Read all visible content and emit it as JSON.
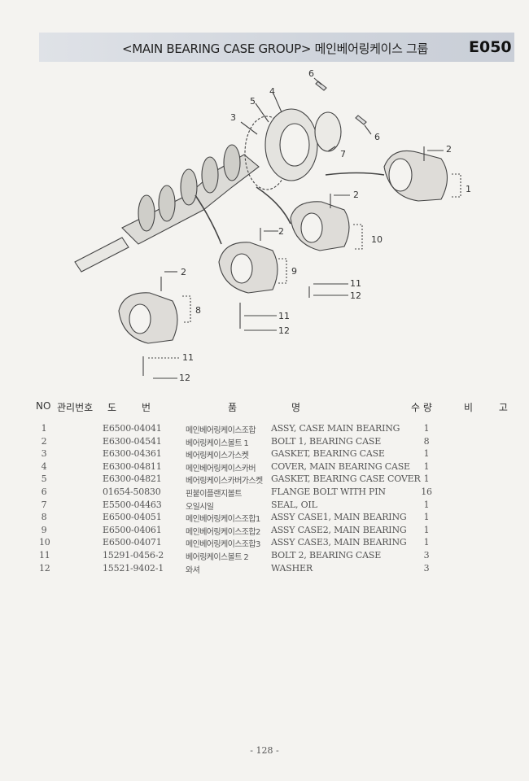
{
  "header": {
    "title": "<MAIN BEARING CASE GROUP> 메인베어링케이스 그룹",
    "code": "E050"
  },
  "callouts": [
    "6",
    "4",
    "5",
    "3",
    "6",
    "7",
    "2",
    "1",
    "2",
    "10",
    "2",
    "9",
    "11",
    "12",
    "2",
    "8",
    "11",
    "12",
    "11",
    "12"
  ],
  "table": {
    "headers": {
      "no": "NO",
      "mgmt": "관리번호",
      "do": "도",
      "beon": "번",
      "pum": "품",
      "myeong": "명",
      "qty": "수 량",
      "remark": "비 고"
    },
    "rows": [
      {
        "no": "1",
        "part": "E6500-04041",
        "kr": "메인베어링케이스조합",
        "en": "ASSY, CASE MAIN BEARING",
        "qty": "1"
      },
      {
        "no": "2",
        "part": "E6300-04541",
        "kr": "베어링케이스볼트 1",
        "en": "BOLT 1, BEARING CASE",
        "qty": "8"
      },
      {
        "no": "3",
        "part": "E6300-04361",
        "kr": "베어링케이스가스켓",
        "en": "GASKET, BEARING CASE",
        "qty": "1"
      },
      {
        "no": "4",
        "part": "E6300-04811",
        "kr": "메인베어링케이스카버",
        "en": "COVER, MAIN BEARING CASE",
        "qty": "1"
      },
      {
        "no": "5",
        "part": "E6300-04821",
        "kr": "베어링케이스카버가스켓",
        "en": "GASKET, BEARING CASE COVER",
        "qty": "1"
      },
      {
        "no": "6",
        "part": "01654-50830",
        "kr": "핀붙이플랜지볼트",
        "en": "FLANGE BOLT WITH PIN",
        "qty": "16"
      },
      {
        "no": "7",
        "part": "E5500-04463",
        "kr": "오일시일",
        "en": "SEAL, OIL",
        "qty": "1"
      },
      {
        "no": "8",
        "part": "E6500-04051",
        "kr": "메인베어링케이스조합1",
        "en": "ASSY CASE1,  MAIN BEARING",
        "qty": "1"
      },
      {
        "no": "9",
        "part": "E6500-04061",
        "kr": "메인베어링케이스조합2",
        "en": "ASSY CASE2,  MAIN BEARING",
        "qty": "1"
      },
      {
        "no": "10",
        "part": "E6500-04071",
        "kr": "메인베어링케이스조합3",
        "en": "ASSY CASE3,  MAIN BEARING",
        "qty": "1"
      },
      {
        "no": "11",
        "part": "15291-0456-2",
        "kr": "베어링케이스볼트 2",
        "en": "BOLT 2, BEARING CASE",
        "qty": "3"
      },
      {
        "no": "12",
        "part": "15521-9402-1",
        "kr": "와셔",
        "en": "WASHER",
        "qty": "3"
      }
    ]
  },
  "footer": {
    "page": "- 128 -"
  }
}
